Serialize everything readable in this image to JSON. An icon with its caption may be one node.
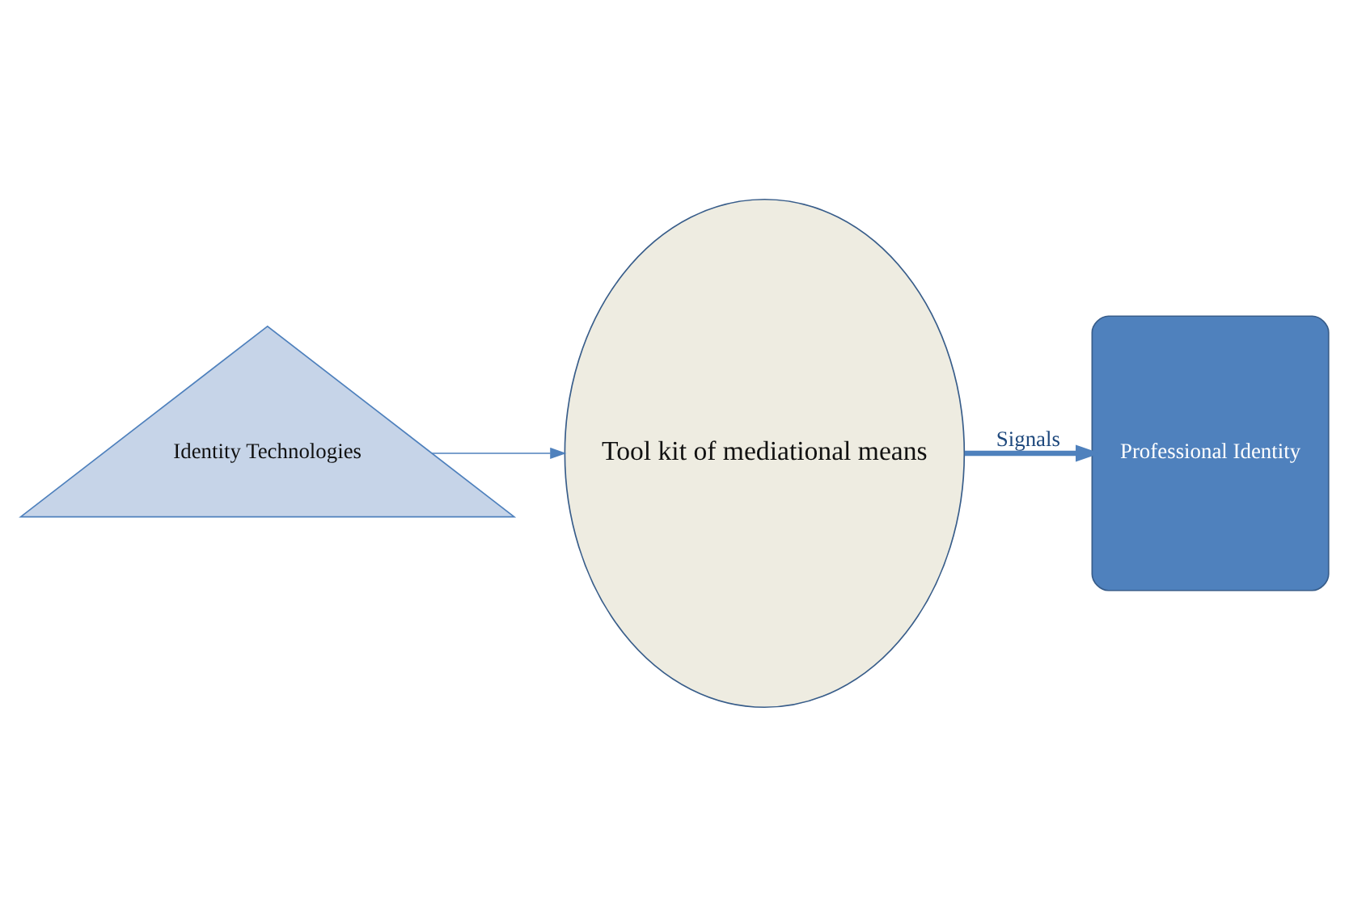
{
  "diagram": {
    "nodes": [
      {
        "text": [
          "Identity Technologies"
        ]
      },
      {
        "text": [
          "Tool kit of mediational means"
        ]
      },
      {
        "text": [
          "Professional Identity"
        ]
      }
    ],
    "edges": [
      {
        "from": 0,
        "to": 1,
        "arrow": "to"
      },
      {
        "from": 1,
        "to": 2,
        "label": "Signals",
        "arrow": "to",
        "style": "thick"
      }
    ]
  }
}
